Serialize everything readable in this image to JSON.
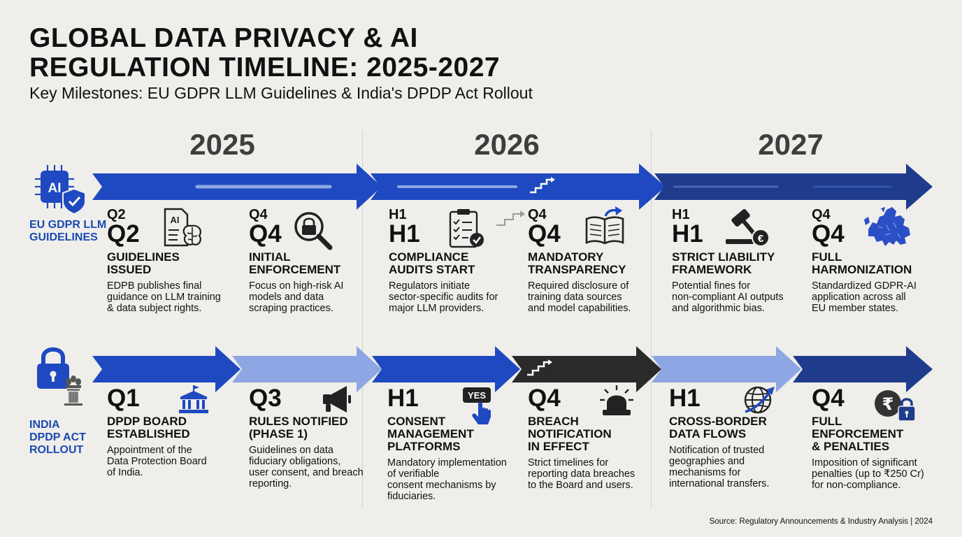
{
  "title_line1": "GLOBAL DATA PRIVACY & AI",
  "title_line2": "REGULATION TIMELINE: 2025-2027",
  "subtitle": "Key Milestones: EU GDPR LLM Guidelines & India's DPDP Act Rollout",
  "years": [
    "2025",
    "2026",
    "2027"
  ],
  "colors": {
    "arrow_blue": "#1e49c0",
    "arrow_light": "#8ea6e3",
    "arrow_navy": "#1f3c8c",
    "arrow_dark": "#2a2a2a",
    "label_blue": "#1a4ab3",
    "background": "#efeeea"
  },
  "eu": {
    "label_line1": "EU GDPR LLM",
    "label_line2": "GUIDELINES",
    "icon": "ai-chip-shield-icon",
    "milestones": [
      {
        "q_small": "Q2",
        "q_big": "Q2",
        "head1": "GUIDELINES",
        "head2": "ISSUED",
        "desc1": "EDPB publishes final",
        "desc2": "guidance on LLM training",
        "desc3": "& data subject rights.",
        "icon": "ai-document-brain-icon"
      },
      {
        "q_small": "Q4",
        "q_big": "Q4",
        "head1": "INITIAL",
        "head2": "ENFORCEMENT",
        "desc1": "Focus on high-risk AI",
        "desc2": "models and data",
        "desc3": "scraping practices.",
        "icon": "magnifier-lock-icon"
      },
      {
        "q_small": "H1",
        "q_big": "H1",
        "head1": "COMPLIANCE",
        "head2": "AUDITS START",
        "desc1": "Regulators initiate",
        "desc2": "sector-specific audits for",
        "desc3": "major LLM providers.",
        "icon": "checklist-clipboard-icon"
      },
      {
        "q_small": "Q4",
        "q_big": "Q4",
        "head1": "MANDATORY",
        "head2": "TRANSPARENCY",
        "desc1": "Required disclosure of",
        "desc2": "training data sources",
        "desc3": "and model capabilities.",
        "icon": "open-book-arrow-icon"
      },
      {
        "q_small": "H1",
        "q_big": "H1",
        "head1": "STRICT LIABILITY",
        "head2": "FRAMEWORK",
        "desc1": "Potential fines for",
        "desc2": "non-compliant AI outputs",
        "desc3": "and algorithmic bias.",
        "icon": "gavel-euro-icon"
      },
      {
        "q_small": "Q4",
        "q_big": "Q4",
        "head1": "FULL",
        "head2": "HARMONIZATION",
        "desc1": "Standardized GDPR-AI",
        "desc2": "application across all",
        "desc3": "EU member states.",
        "icon": "europe-map-icon"
      }
    ]
  },
  "india": {
    "label_line1": "INDIA",
    "label_line2": "DPDP ACT",
    "label_line3": "ROLLOUT",
    "icon": "padlock-emblem-icon",
    "milestones": [
      {
        "q_big": "Q1",
        "head1": "DPDP BOARD",
        "head2": "ESTABLISHED",
        "head3": "",
        "desc1": "Appointment of the",
        "desc2": "Data Protection Board",
        "desc3": "of India.",
        "desc4": "",
        "icon": "government-building-icon"
      },
      {
        "q_big": "Q3",
        "head1": "RULES NOTIFIED",
        "head2": "(PHASE 1)",
        "head3": "",
        "desc1": "Guidelines on data",
        "desc2": "fiduciary obligations,",
        "desc3": "user consent, and breach",
        "desc4": "reporting.",
        "icon": "megaphone-icon"
      },
      {
        "q_big": "H1",
        "head1": "CONSENT",
        "head2": "MANAGEMENT",
        "head3": "PLATFORMS",
        "desc1": "Mandatory implementation",
        "desc2": "of verifiable",
        "desc3": "consent mechanisms by",
        "desc4": "fiduciaries.",
        "icon": "yes-click-icon",
        "icon_text": "YES"
      },
      {
        "q_big": "Q4",
        "head1": "BREACH",
        "head2": "NOTIFICATION",
        "head3": "IN EFFECT",
        "desc1": "Strict timelines for",
        "desc2": "reporting data breaches",
        "desc3": "to the Board and users.",
        "desc4": "",
        "icon": "alarm-siren-icon"
      },
      {
        "q_big": "H1",
        "head1": "CROSS-BORDER",
        "head2": "DATA FLOWS",
        "head3": "",
        "desc1": "Notification of trusted",
        "desc2": "geographies and",
        "desc3": "mechanisms for",
        "desc4": "international transfers.",
        "icon": "globe-arrow-icon"
      },
      {
        "q_big": "Q4",
        "head1": "FULL",
        "head2": "ENFORCEMENT",
        "head3": "& PENALTIES",
        "desc1": "Imposition of significant",
        "desc2": "penalties (up to ₹250 Cr)",
        "desc3": "for non-compliance.",
        "desc4": "",
        "icon": "rupee-lock-icon",
        "icon_text": "₹"
      }
    ]
  },
  "source": "Source: Regulatory Announcements & Industry Analysis | 2024"
}
